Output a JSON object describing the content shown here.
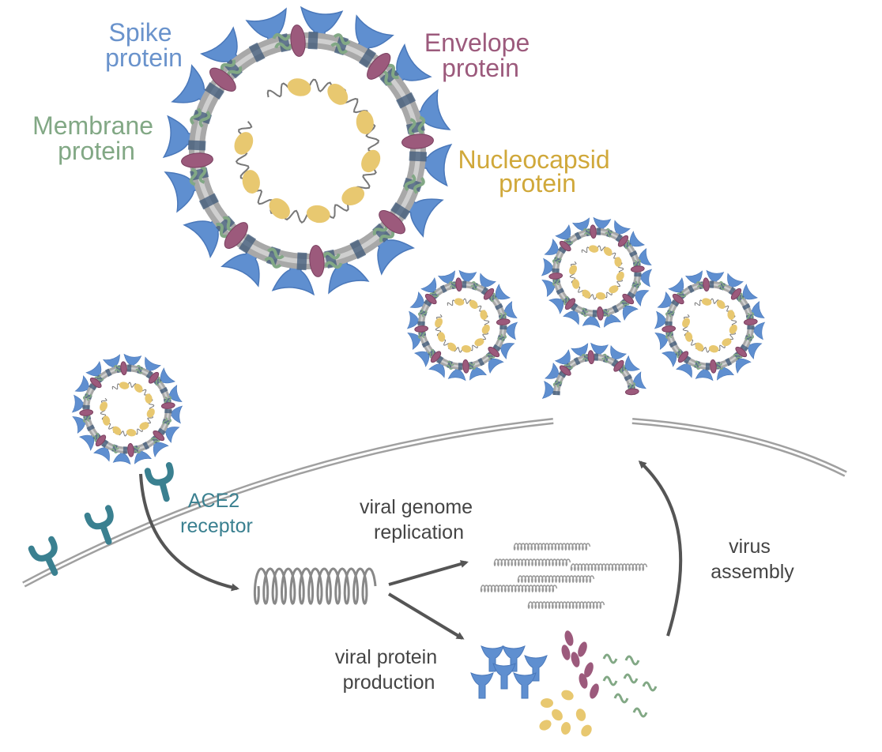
{
  "labels": {
    "spike": [
      "Spike",
      "protein"
    ],
    "envelope": [
      "Envelope",
      "protein"
    ],
    "membrane": [
      "Membrane",
      "protein"
    ],
    "nucleocapsid": [
      "Nucleocapsid",
      "protein"
    ],
    "ace2": [
      "ACE2",
      "receptor"
    ],
    "replication": [
      "viral genome",
      "replication"
    ],
    "production": [
      "viral protein",
      "production"
    ],
    "assembly": [
      "virus",
      "assembly"
    ]
  },
  "colors": {
    "spike": "#5f8fd0",
    "spike_stroke": "#4a78ba",
    "envelope": "#9c5a7c",
    "membrane": "#82a885",
    "nucleocapsid": "#e8c870",
    "envelope_ring": "#a8a8a8",
    "band": "#3f5a7a",
    "ace2": "#3a8090",
    "arrow": "#555555",
    "cell_membrane": "#a0a0a0",
    "text_grey": "#444444"
  },
  "icons": [
    "coronavirus-particle-icon",
    "ace2-receptor-icon",
    "rna-strand-icon",
    "arrow-icon"
  ]
}
